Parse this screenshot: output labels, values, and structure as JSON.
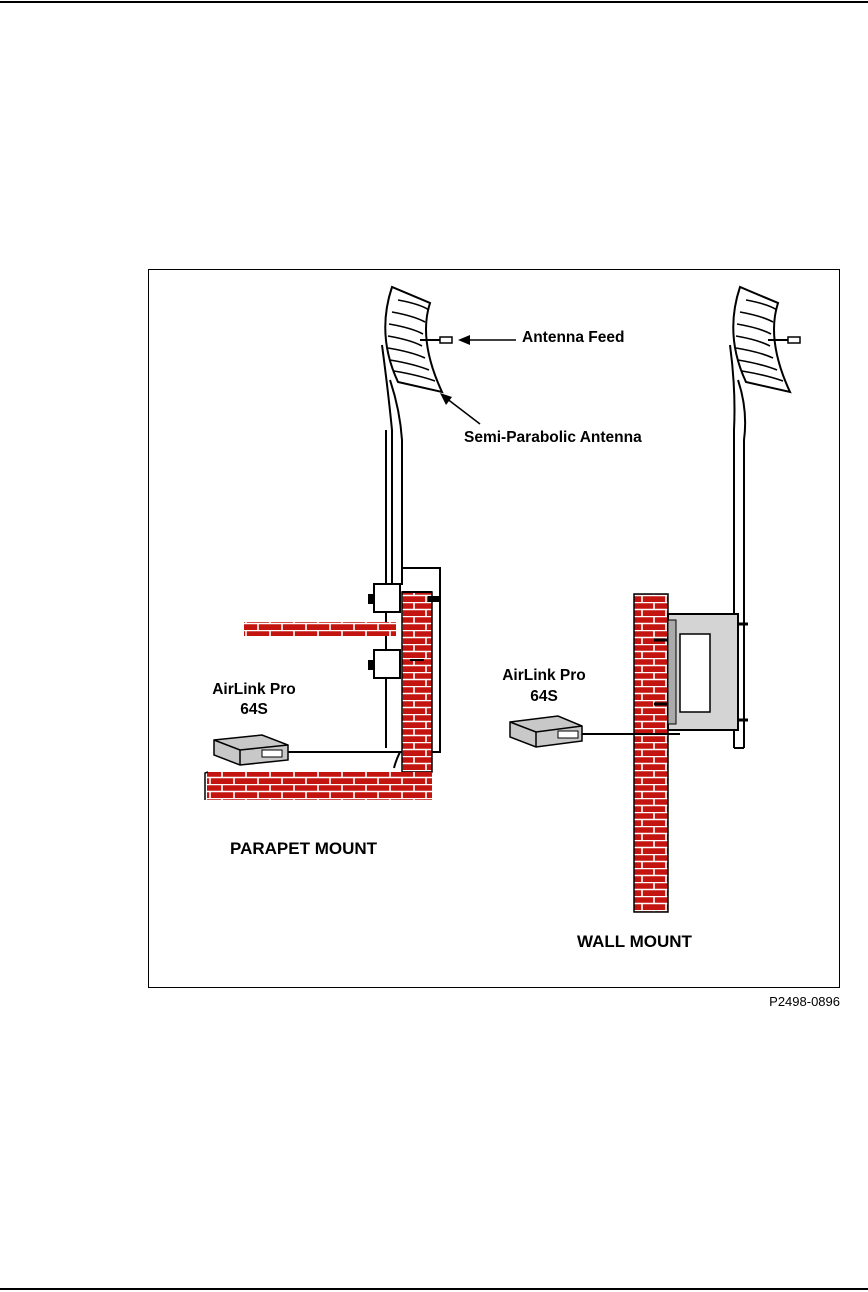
{
  "labels": {
    "antenna_feed": "Antenna Feed",
    "semi_parabolic_antenna": "Semi-Parabolic Antenna",
    "parapet_device_line1": "AirLink Pro",
    "parapet_device_line2": "64S",
    "wall_device_line1": "AirLink Pro",
    "wall_device_line2": "64S",
    "parapet_mount": "PARAPET MOUNT",
    "wall_mount": "WALL MOUNT"
  },
  "figure_id": "P2498-0896",
  "colors": {
    "brick": "#c31410",
    "mortar": "#ffffff",
    "device": "#c8c8c8",
    "bracket": "#d4d4d4",
    "line": "#000000"
  }
}
